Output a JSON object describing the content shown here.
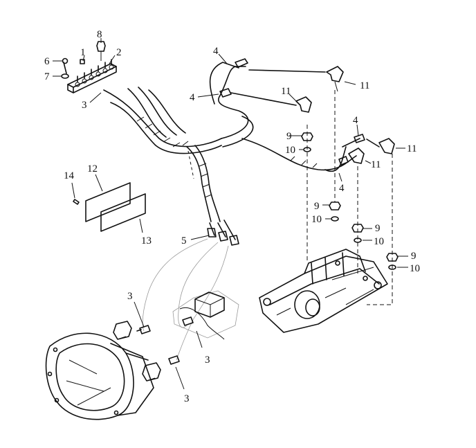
{
  "callouts": [
    {
      "id": "c1",
      "label": "8"
    },
    {
      "id": "c2",
      "label": "1"
    },
    {
      "id": "c3",
      "label": "2"
    },
    {
      "id": "c4",
      "label": "6"
    },
    {
      "id": "c5",
      "label": "7"
    },
    {
      "id": "c6",
      "label": "3"
    },
    {
      "id": "c7",
      "label": "4"
    },
    {
      "id": "c8",
      "label": "4"
    },
    {
      "id": "c9",
      "label": "11"
    },
    {
      "id": "c10",
      "label": "11"
    },
    {
      "id": "c11",
      "label": "9"
    },
    {
      "id": "c12",
      "label": "10"
    },
    {
      "id": "c13",
      "label": "4"
    },
    {
      "id": "c14",
      "label": "11"
    },
    {
      "id": "c15",
      "label": "11"
    },
    {
      "id": "c16",
      "label": "4"
    },
    {
      "id": "c17",
      "label": "9"
    },
    {
      "id": "c18",
      "label": "10"
    },
    {
      "id": "c19",
      "label": "9"
    },
    {
      "id": "c20",
      "label": "10"
    },
    {
      "id": "c21",
      "label": "9"
    },
    {
      "id": "c22",
      "label": "10"
    },
    {
      "id": "c23",
      "label": "14"
    },
    {
      "id": "c24",
      "label": "12"
    },
    {
      "id": "c25",
      "label": "13"
    },
    {
      "id": "c26",
      "label": "5"
    },
    {
      "id": "c27",
      "label": "3"
    },
    {
      "id": "c28",
      "label": "3"
    },
    {
      "id": "c29",
      "label": "3"
    }
  ]
}
